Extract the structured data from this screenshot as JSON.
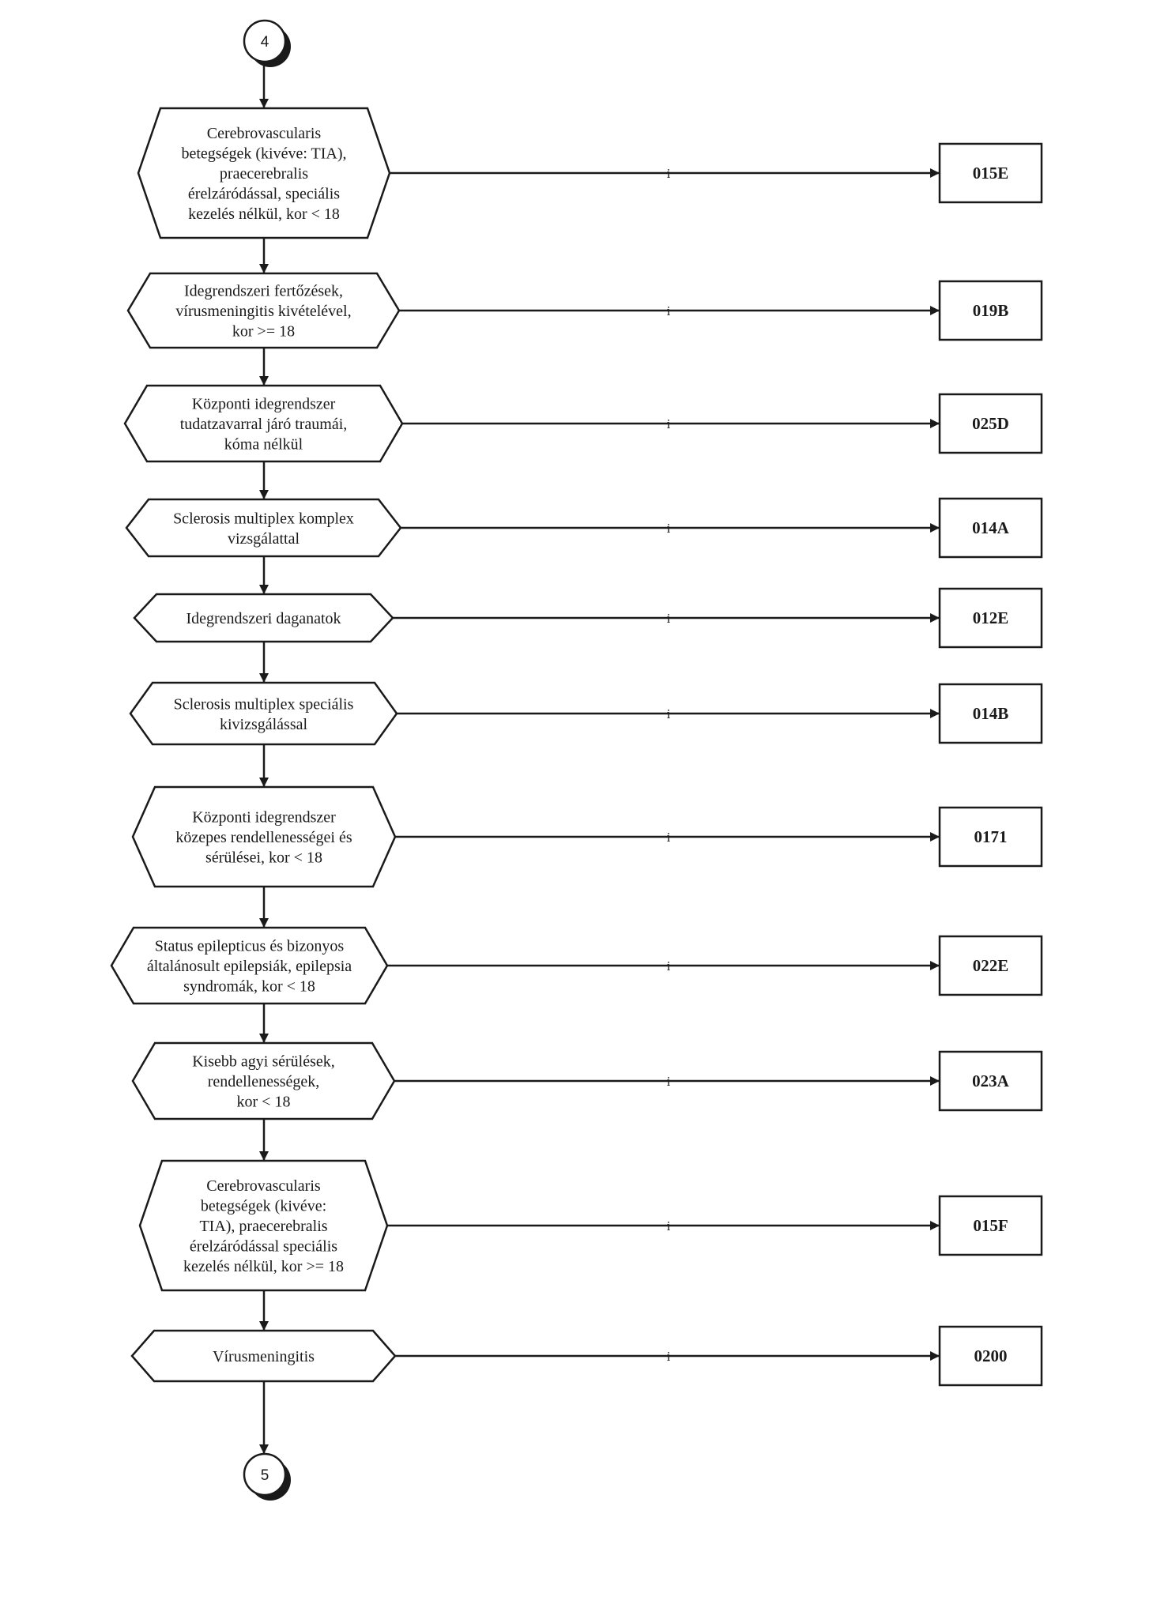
{
  "connector_in": "4",
  "connector_out": "5",
  "branch_label": "i",
  "steps": [
    {
      "lines": [
        "Cerebrovascularis",
        "betegségek (kivéve: TIA),",
        "praecerebralis",
        "érelzáródással, speciális",
        "kezelés nélkül, kor < 18"
      ],
      "code": "015E"
    },
    {
      "lines": [
        "Idegrendszeri fertőzések,",
        "vírusmeningitis kivételével,",
        "kor >= 18"
      ],
      "code": "019B"
    },
    {
      "lines": [
        "Központi idegrendszer",
        "tudatzavarral járó traumái,",
        "kóma nélkül"
      ],
      "code": "025D"
    },
    {
      "lines": [
        "Sclerosis multiplex komplex",
        "vizsgálattal"
      ],
      "code": "014A"
    },
    {
      "lines": [
        "Idegrendszeri daganatok"
      ],
      "code": "012E"
    },
    {
      "lines": [
        "Sclerosis multiplex speciális",
        "kivizsgálással"
      ],
      "code": "014B"
    },
    {
      "lines": [
        "Központi idegrendszer",
        "közepes rendellenességei és",
        "sérülései, kor < 18"
      ],
      "code": "0171"
    },
    {
      "lines": [
        "Status epilepticus és bizonyos",
        "általánosult epilepsiák, epilepsia",
        "syndromák, kor < 18"
      ],
      "code": "022E"
    },
    {
      "lines": [
        "Kisebb agyi sérülések,",
        "rendellenességek,",
        "kor < 18"
      ],
      "code": "023A"
    },
    {
      "lines": [
        "Cerebrovascularis",
        "betegségek (kivéve:",
        "TIA), praecerebralis",
        "érelzáródással speciális",
        "kezelés nélkül, kor >= 18"
      ],
      "code": "015F"
    },
    {
      "lines": [
        "Vírusmeningitis"
      ],
      "code": "0200"
    }
  ]
}
